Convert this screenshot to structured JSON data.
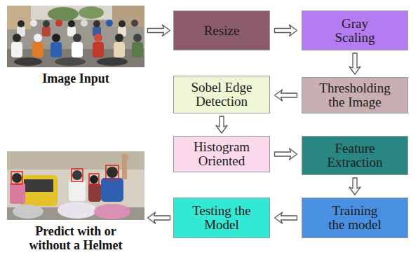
{
  "diagram": {
    "nodes": [
      {
        "text": [
          "Image Input"
        ]
      },
      {
        "text": [
          "Resize"
        ]
      },
      {
        "text": [
          "Gray Scaling"
        ]
      },
      {
        "text": [
          "Thresholding the Image"
        ]
      },
      {
        "text": [
          "Sobel Edge Detection"
        ]
      },
      {
        "text": [
          "Histogram Oriented"
        ]
      },
      {
        "text": [
          "Feature Extraction"
        ]
      },
      {
        "text": [
          "Training the model"
        ]
      },
      {
        "text": [
          "Testing the Model"
        ]
      },
      {
        "text": [
          "Predict with or without a Helmet"
        ]
      }
    ],
    "edges": [
      {
        "from": 0,
        "to": 1,
        "arrow": "to"
      },
      {
        "from": 1,
        "to": 2,
        "arrow": "to"
      },
      {
        "from": 2,
        "to": 3,
        "arrow": "to"
      },
      {
        "from": 3,
        "to": 4,
        "arrow": "to"
      },
      {
        "from": 4,
        "to": 5,
        "arrow": "to"
      },
      {
        "from": 5,
        "to": 6,
        "arrow": "to"
      },
      {
        "from": 6,
        "to": 7,
        "arrow": "to"
      },
      {
        "from": 7,
        "to": 8,
        "arrow": "to"
      },
      {
        "from": 8,
        "to": 9,
        "arrow": "to"
      }
    ]
  }
}
